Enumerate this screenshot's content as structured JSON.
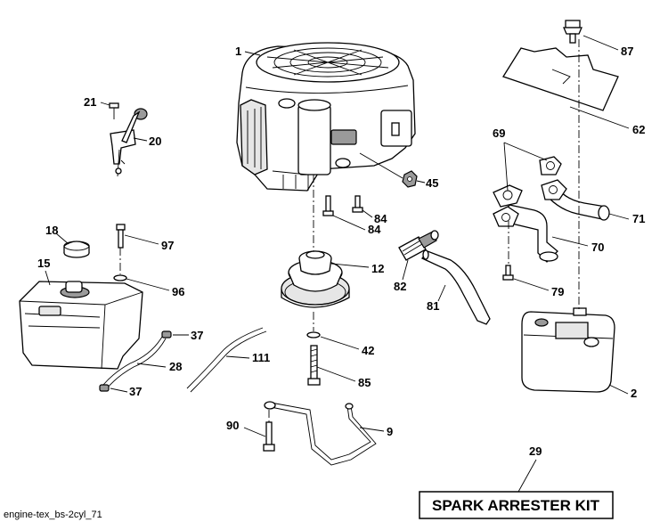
{
  "labels": {
    "p1": "1",
    "p21": "21",
    "p20": "20",
    "p45": "45",
    "p84a": "84",
    "p84b": "84",
    "p87": "87",
    "p62": "62",
    "p69": "69",
    "p71": "71",
    "p70": "70",
    "p79": "79",
    "p2": "2",
    "p18": "18",
    "p15": "15",
    "p97": "97",
    "p96": "96",
    "p12": "12",
    "p82": "82",
    "p81": "81",
    "p42": "42",
    "p85": "85",
    "p37a": "37",
    "p37b": "37",
    "p28": "28",
    "p111": "111",
    "p90": "90",
    "p9": "9",
    "p29": "29"
  },
  "kit_label": "SPARK ARRESTER KIT",
  "footer": "engine-tex_bs-2cyl_71"
}
